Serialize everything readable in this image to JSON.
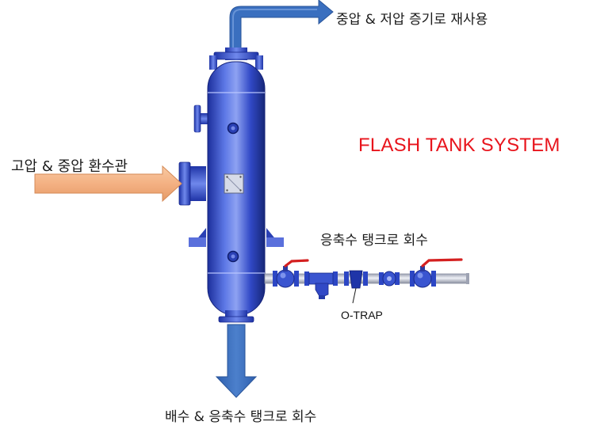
{
  "labels": {
    "title": "FLASH TANK SYSTEM",
    "steam_reuse": "중압 & 저압 증기로 재사용",
    "inlet": "고압 & 중압 환수관",
    "condensate_return": "응축수 탱크로 회수",
    "trap": "O-TRAP",
    "drain": "배수 & 응축수 탱크로 회수"
  },
  "colors": {
    "title_red": "#e8141c",
    "vessel_blue": "#2c46c4",
    "arrow_blue": "#3a6fbf",
    "inlet_arrow": "#f4b183",
    "handle_red": "#d42020",
    "pipe_grey": "#c9ccd6"
  },
  "icons": [
    "steam-outlet-arrow",
    "inlet-arrow",
    "drain-arrow",
    "ball-valve-icon",
    "strainer-icon",
    "trap-icon",
    "sight-glass-icon"
  ]
}
